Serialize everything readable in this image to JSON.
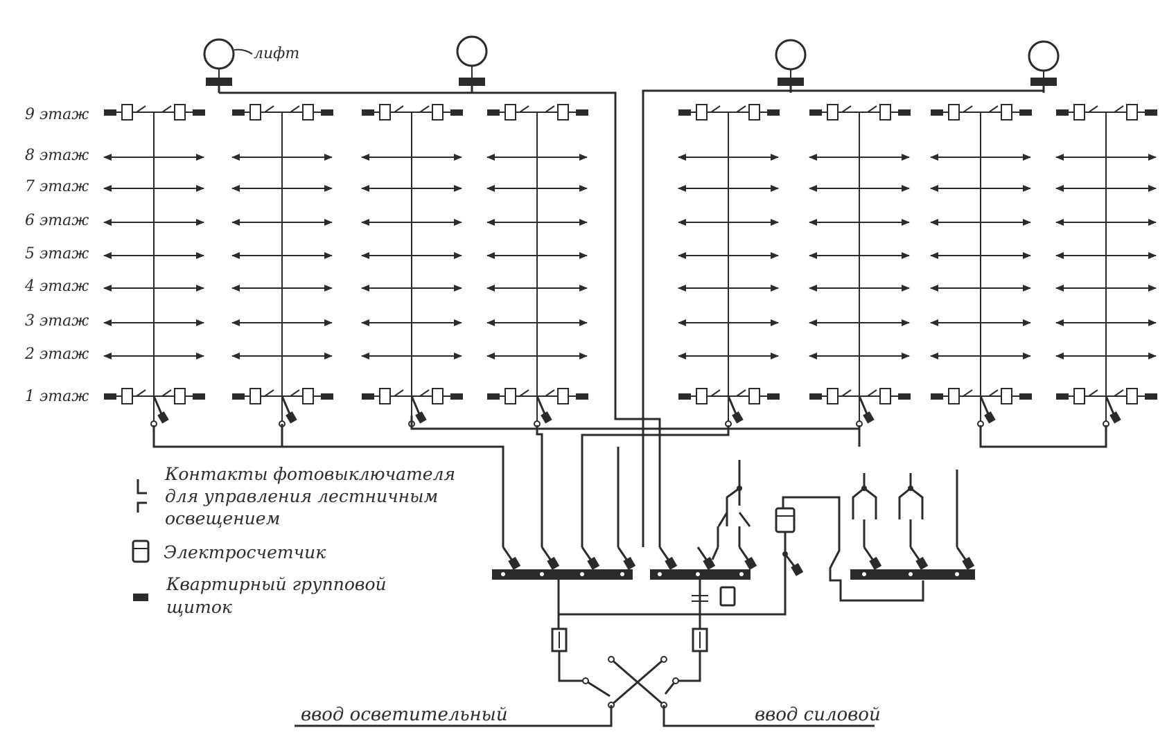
{
  "lift_label": "лифт",
  "floors": [
    "9 этаж",
    "8 этаж",
    "7 этаж",
    "6 этаж",
    "5 этаж",
    "4 этаж",
    "3 этаж",
    "2 этаж",
    "1 этаж"
  ],
  "legend": {
    "photo_switch": [
      "Контакты фотовыключателя",
      "для управления лестничным",
      "освещением"
    ],
    "meter": "Электросчетчик",
    "panel": [
      "Квартирный групповой",
      "щиток"
    ]
  },
  "inputs": {
    "lighting": "ввод осветительный",
    "power": "ввод силовой"
  }
}
